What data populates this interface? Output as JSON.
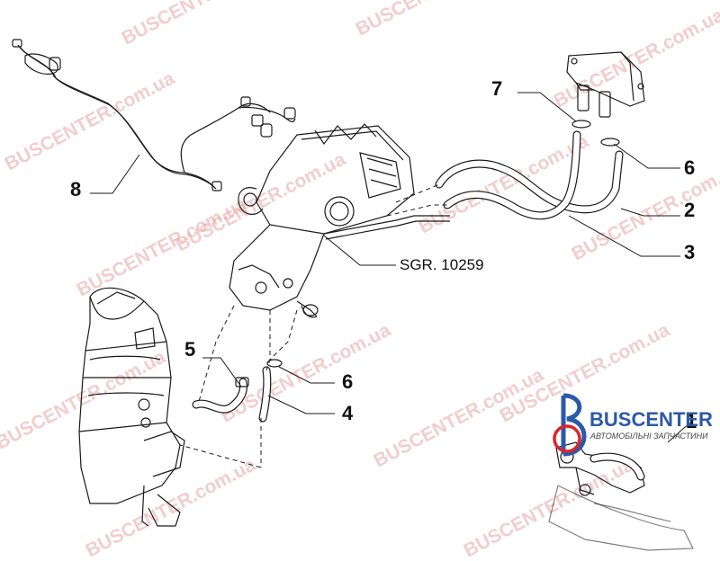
{
  "callouts": [
    {
      "number": "1"
    },
    {
      "number": "2"
    },
    {
      "number": "3"
    },
    {
      "number": "4"
    },
    {
      "number": "5"
    },
    {
      "number": "6"
    },
    {
      "number": "6"
    },
    {
      "number": "7"
    },
    {
      "number": "8"
    }
  ],
  "reference_label": "SGR. 10259",
  "watermark": {
    "text": "BUSCENTER.com.ua",
    "color": "#e8a6a6"
  },
  "brand": {
    "name": "BUSCENTER",
    "tagline": "АВТОМОБІЛЬНІ ЗАПЧАСТИНИ",
    "accent": "#d9262b",
    "blue": "#2b5aa8"
  }
}
